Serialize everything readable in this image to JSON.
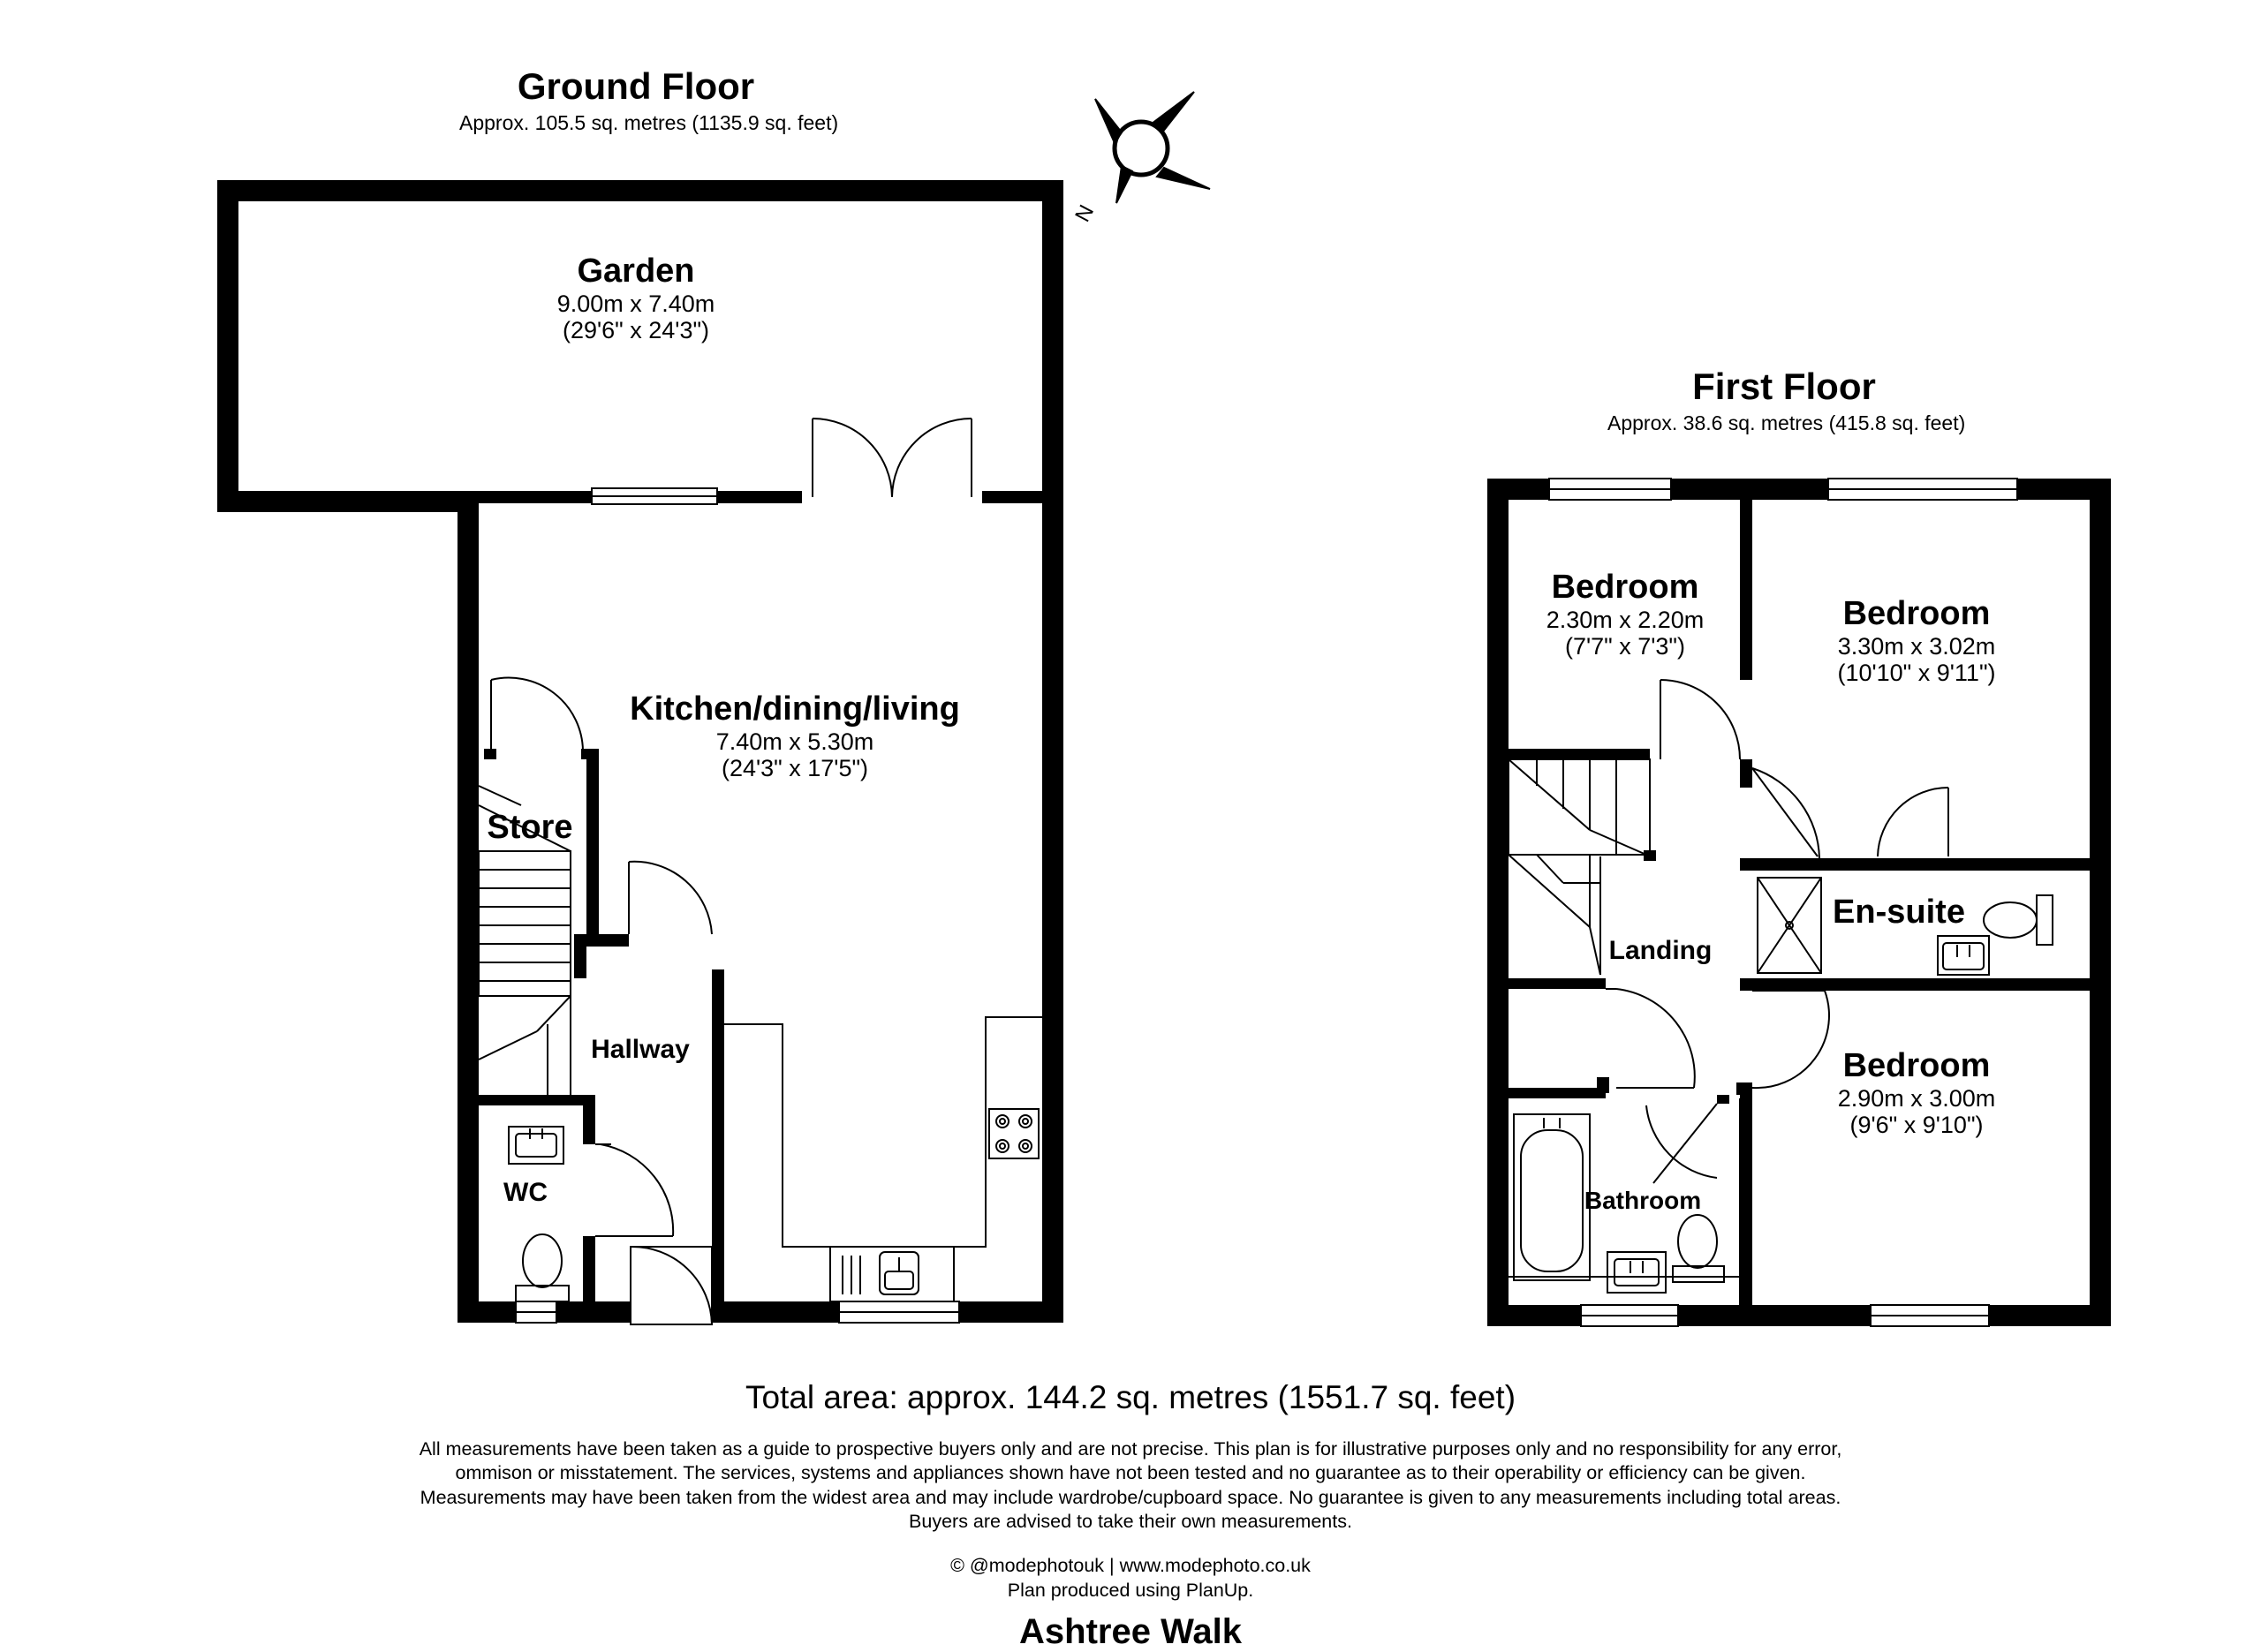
{
  "ground_floor": {
    "title": "Ground Floor",
    "area": "Approx. 105.5 sq. metres (1135.9 sq. feet)",
    "rooms": {
      "garden": {
        "name": "Garden",
        "metric": "9.00m x 7.40m",
        "imperial": "(29'6\" x 24'3\")"
      },
      "kitchen": {
        "name": "Kitchen/dining/living",
        "metric": "7.40m x 5.30m",
        "imperial": "(24'3\" x 17'5\")"
      },
      "store": {
        "name": "Store"
      },
      "hallway": {
        "name": "Hallway"
      },
      "wc": {
        "name": "WC"
      }
    }
  },
  "first_floor": {
    "title": "First Floor",
    "area": "Approx. 38.6 sq. metres (415.8 sq. feet)",
    "rooms": {
      "bedroom_small": {
        "name": "Bedroom",
        "metric": "2.30m x 2.20m",
        "imperial": "(7'7\" x 7'3\")"
      },
      "bedroom_main": {
        "name": "Bedroom",
        "metric": "3.30m x 3.02m",
        "imperial": "(10'10\" x 9'11\")"
      },
      "ensuite": {
        "name": "En-suite"
      },
      "landing": {
        "name": "Landing"
      },
      "bedroom_third": {
        "name": "Bedroom",
        "metric": "2.90m x 3.00m",
        "imperial": "(9'6\" x 9'10\")"
      },
      "bathroom": {
        "name": "Bathroom"
      }
    }
  },
  "compass": {
    "label": "N"
  },
  "total_area": "Total area: approx. 144.2 sq. metres (1551.7 sq. feet)",
  "disclaimer": "All measurements have been taken as a guide to prospective buyers only and are not precise. This plan is for illustrative purposes only and no responsibility for any error, ommison or misstatement. The services, systems and appliances shown have not been tested and no guarantee as to their operability or efficiency can be given. Measurements may have been taken from the widest area and may include wardrobe/cupboard space. No guarantee is given to any measurements including total areas. Buyers are advised to take their own measurements.",
  "credit_line1": "© @modephotouk | www.modephoto.co.uk",
  "credit_line2": "Plan produced using PlanUp.",
  "address": "Ashtree Walk"
}
